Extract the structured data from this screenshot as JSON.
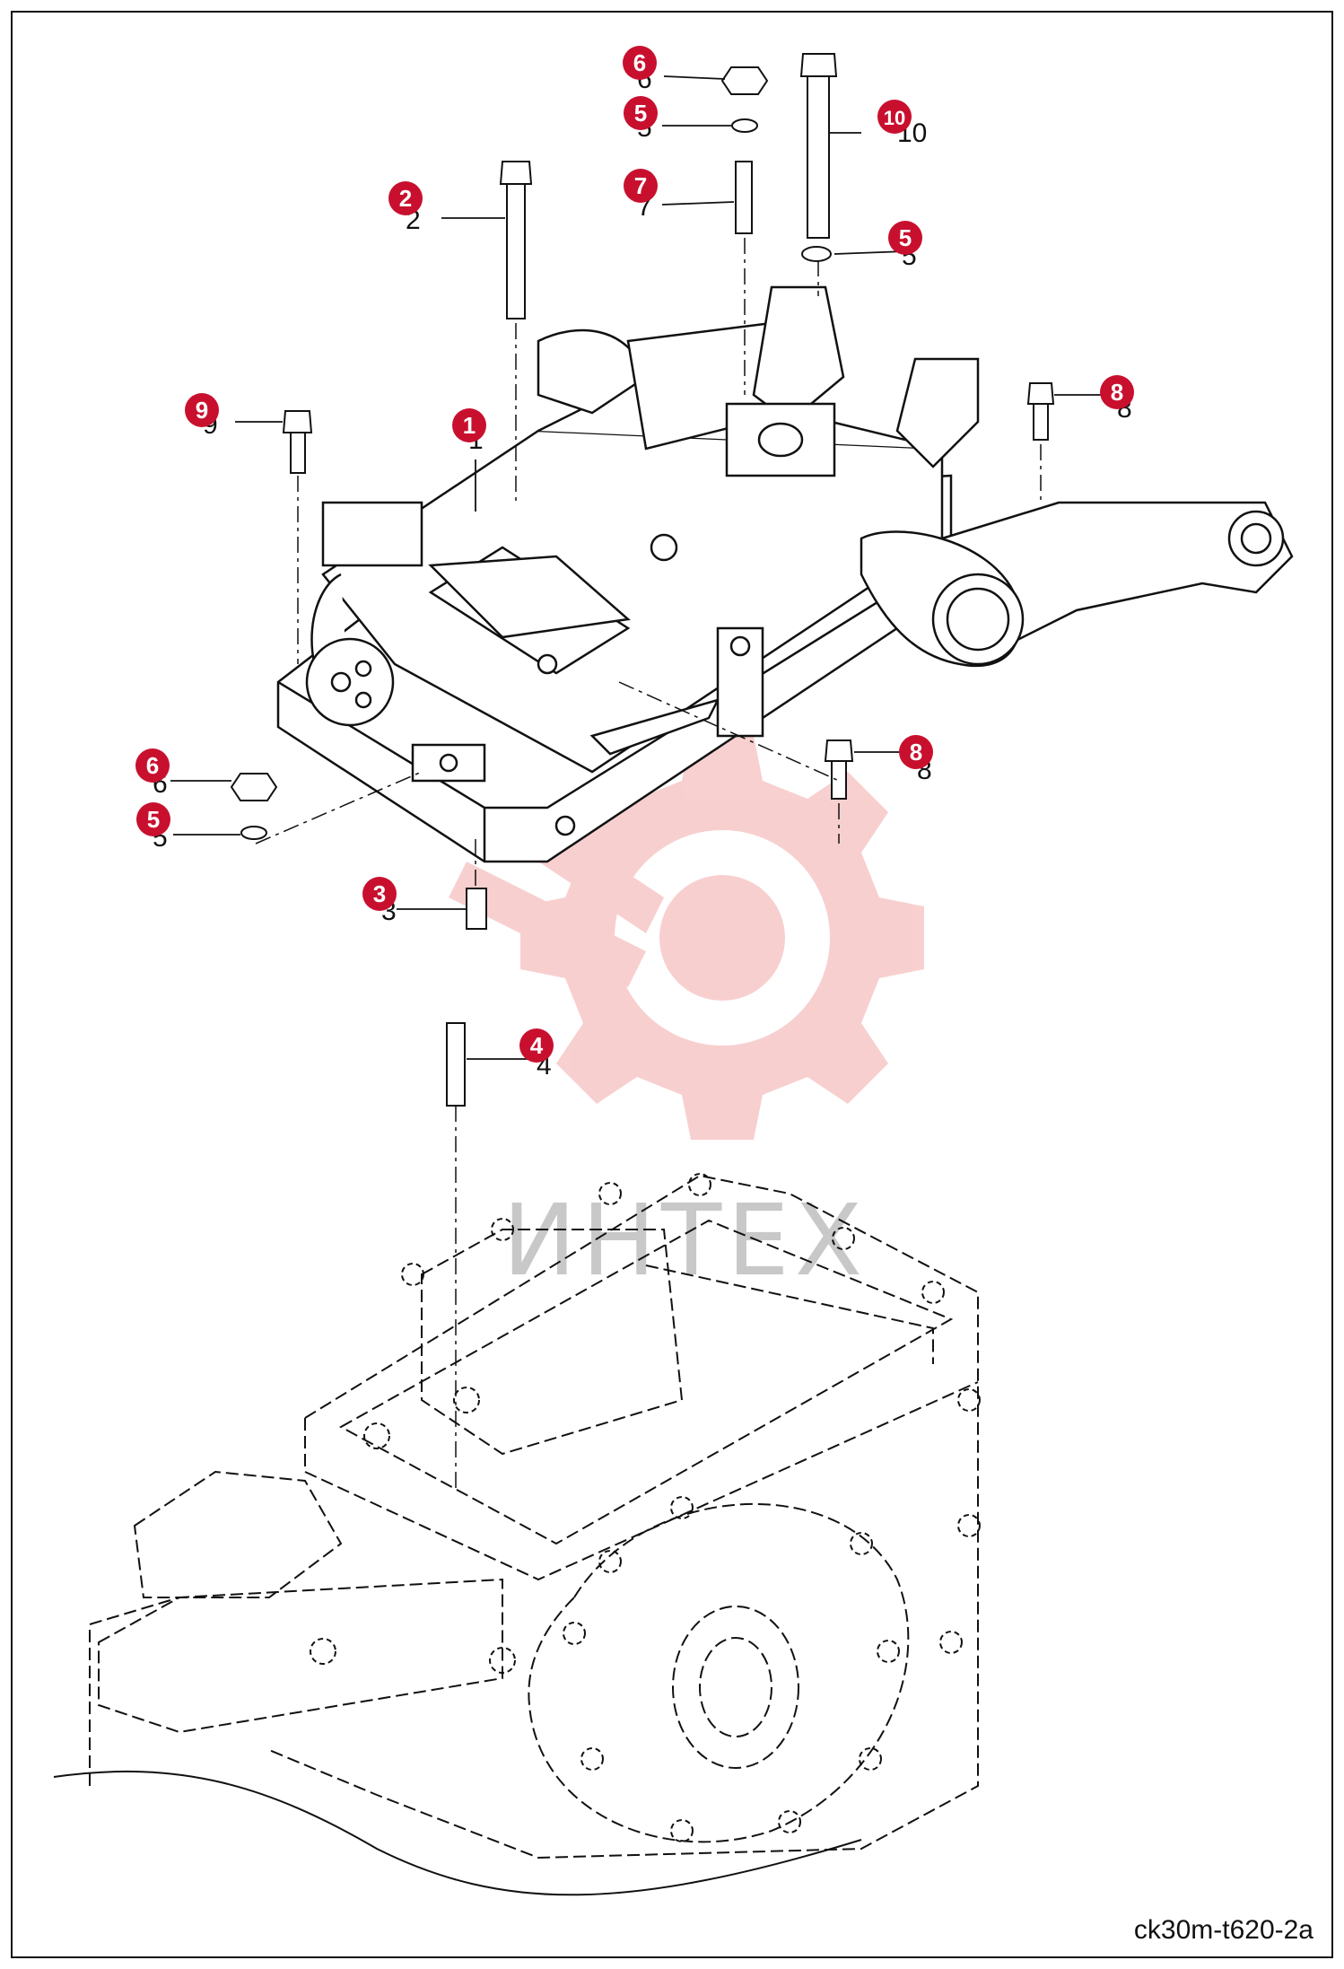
{
  "drawing_code": "ck30m-t620-2a",
  "watermark_text": "ИНТЕХ",
  "callouts": [
    {
      "id": "c6a",
      "label": "6"
    },
    {
      "id": "c5a",
      "label": "5"
    },
    {
      "id": "c7",
      "label": "7"
    },
    {
      "id": "c10",
      "label": "10"
    },
    {
      "id": "c5b",
      "label": "5"
    },
    {
      "id": "c2",
      "label": "2"
    },
    {
      "id": "c9",
      "label": "9"
    },
    {
      "id": "c1",
      "label": "1"
    },
    {
      "id": "c8a",
      "label": "8"
    },
    {
      "id": "c6b",
      "label": "6"
    },
    {
      "id": "c5c",
      "label": "5"
    },
    {
      "id": "c8b",
      "label": "8"
    },
    {
      "id": "c3",
      "label": "3"
    },
    {
      "id": "c4",
      "label": "4"
    }
  ],
  "colors": {
    "callout": "#c8102e",
    "line": "#111111",
    "watermark": "#f6c9c9"
  }
}
